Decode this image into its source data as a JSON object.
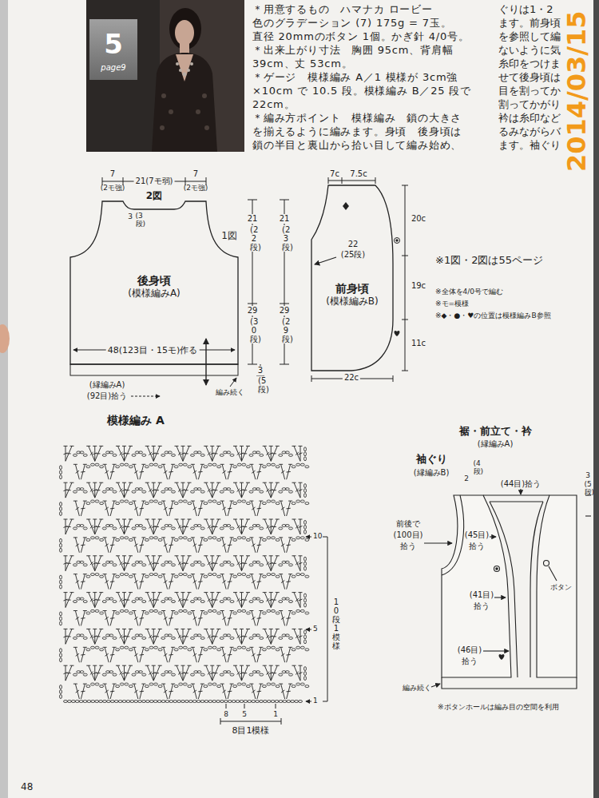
{
  "diagram": {
    "nodes": [
      {
        "text": [
          "5",
          "page9"
        ]
      },
      {
        "text": [
          "後身頃",
          "(模様編みA)"
        ]
      },
      {
        "text": [
          "前身頃",
          "(模様編みB)"
        ]
      }
    ],
    "labels": [
      "＊用意するもの　ハマナカ ロービー",
      "色のグラデーション (7) 175g = 7玉。",
      "直径 20mmのボタン 1個。かぎ針 4/0号。",
      "＊出来上がり寸法　胸囲 95cm、背肩幅",
      "39cm、丈 53cm。",
      "＊ゲージ　模様編み A／1 模様が 3cm強",
      "×10cm で 10.5 段。模様編み B／25 段で",
      "22cm。",
      "＊編み方ポイント　模様編み　鎖の大きさ",
      "を揃えるように編みます。身頃　後身頃は",
      "鎖の半目と裏山から拾い目して編み始め、",
      "ぐりは1・2",
      "ます。前身頃",
      "を参照して編",
      "ないように気",
      "糸印をつけま",
      "せて後身頃は",
      "目を割ってか",
      "割ってかがり",
      "衿は糸印など",
      "るみながらバ",
      "ます。袖ぐり",
      "2014/03/15",
      "7",
      "(2モ強)",
      "21(7モ弱)",
      "7",
      "(2モ強)",
      "2図",
      "3",
      "(3段)",
      "1図",
      "48(123目・15モ)作る",
      "(縁編みA)",
      "(92目)拾う",
      "編み続く",
      "21",
      "(22段)",
      "29",
      "(30段)",
      "21",
      "(23段)",
      "29",
      "(29段)",
      "3",
      "(5段)",
      "7c",
      "7.5c",
      "20c",
      "22",
      "(25段)",
      "19c",
      "11c",
      "22c",
      "※1図・2図は55ページ",
      "※全体を4/0号で編む",
      "※モ=模様",
      "※◆・●・♥の位置は模様編みB参照",
      "模様編み A",
      "10",
      "5",
      "1",
      "10段1模様",
      "8",
      "5",
      "1",
      "8目1模様",
      "裾・前立て・衿",
      "(縁編みA)",
      "袖ぐり",
      "(縁編みB)",
      "2",
      "(4段)",
      "(44目)拾う",
      "3",
      "(5段)",
      "前後で",
      "(100目)",
      "拾う",
      "(45目)",
      "拾う",
      "ボタン",
      "(41目)",
      "拾う",
      "(46目)",
      "拾う",
      "編み続く",
      "※ボタンホールは編み目の空間を利用",
      "48"
    ]
  }
}
